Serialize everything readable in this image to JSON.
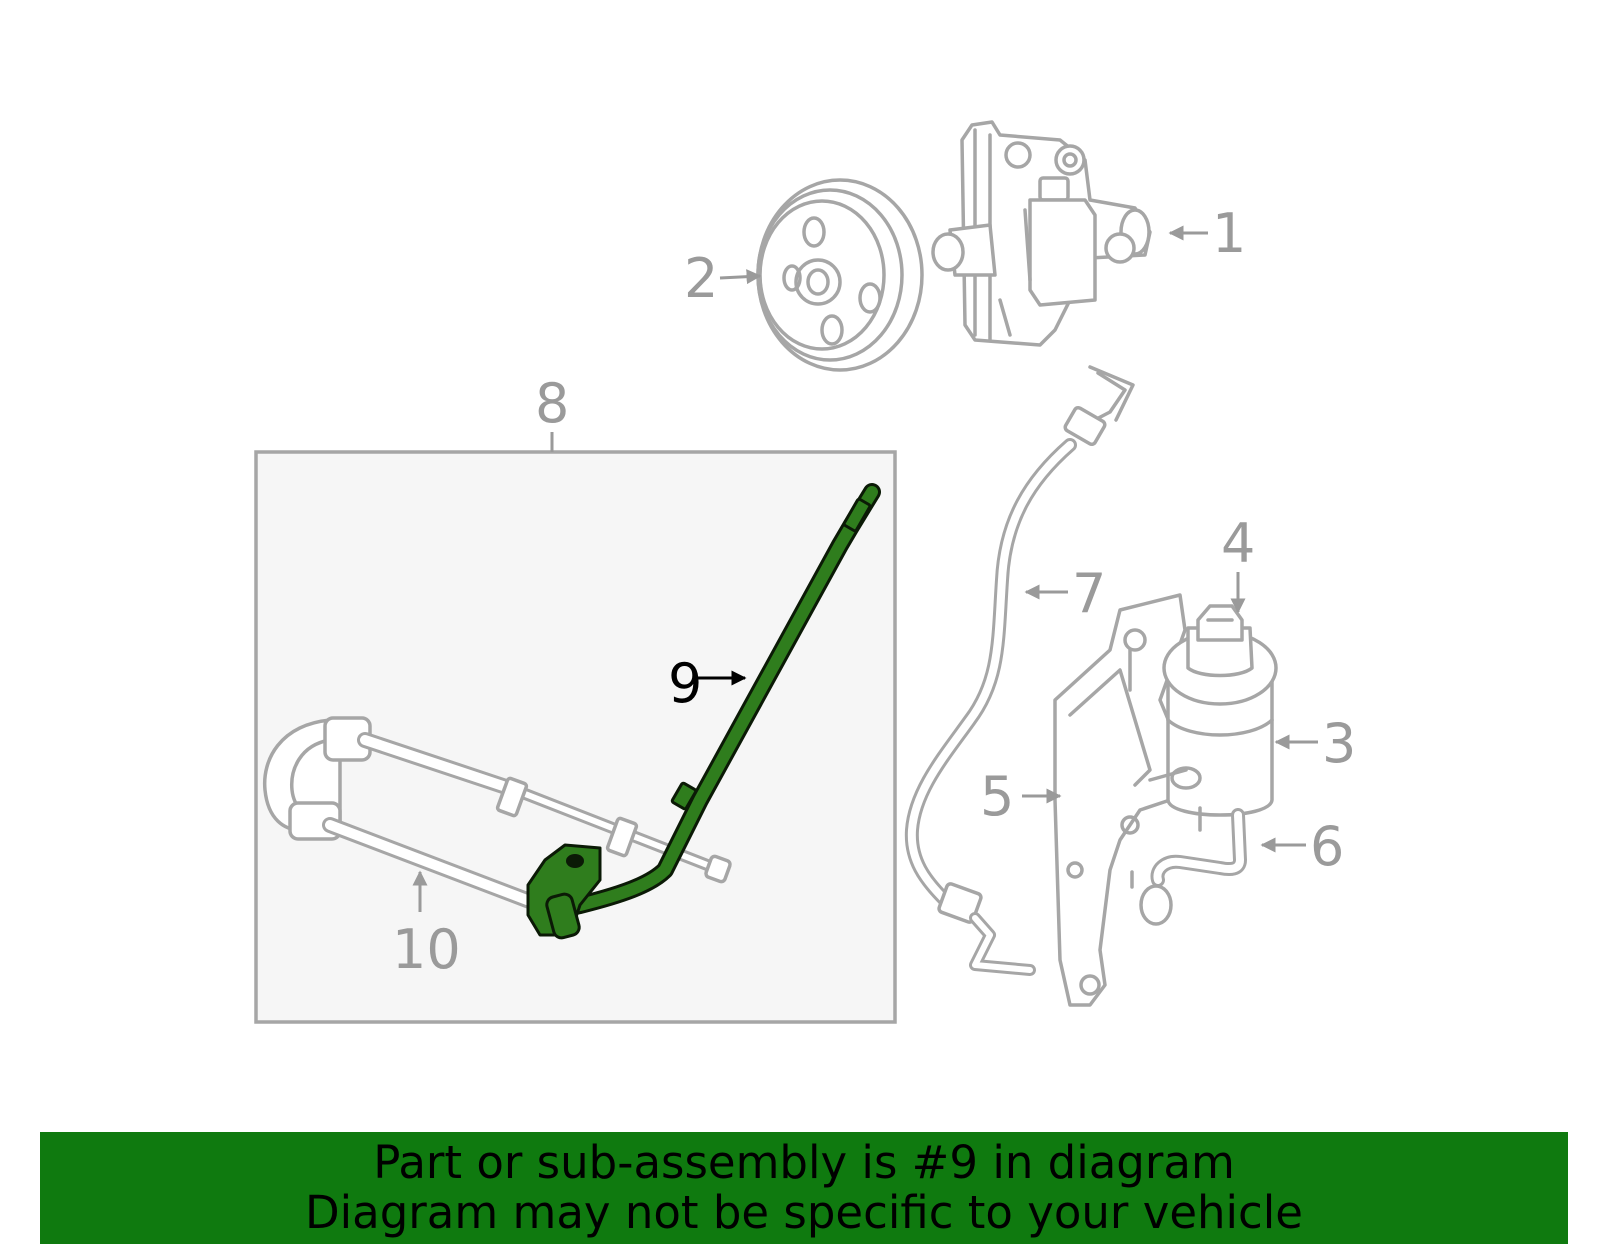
{
  "callouts": {
    "c1": "1",
    "c2": "2",
    "c3": "3",
    "c4": "4",
    "c5": "5",
    "c6": "6",
    "c7": "7",
    "c8": "8",
    "c9": "9",
    "c10": "10"
  },
  "highlight_color": "#2f7d1d",
  "banner": {
    "color": "#0f7a0f",
    "line1": "Part or sub-assembly is #9 in diagram",
    "line2": "Diagram may not be specific to your vehicle"
  }
}
